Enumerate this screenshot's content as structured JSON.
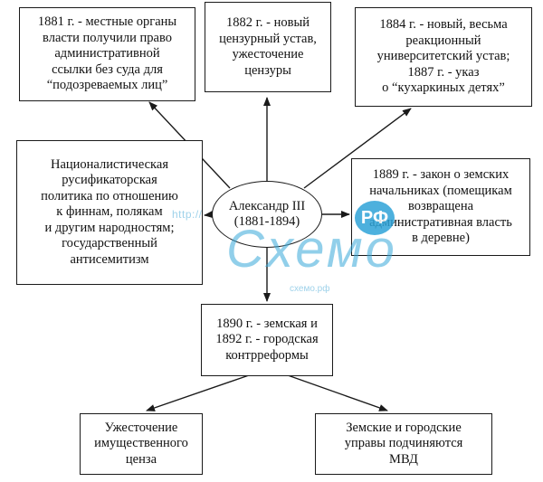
{
  "center": {
    "name": "Александр III",
    "years": "(1881-1894)"
  },
  "boxes": {
    "top_left": [
      "1881 г. - местные органы",
      "власти получили право",
      "административной",
      "ссылки без суда для",
      "“подозреваемых лиц”"
    ],
    "top_center": [
      "1882 г. - новый",
      "цензурный устав,",
      "ужесточение",
      "цензуры"
    ],
    "top_right": [
      "1884 г. - новый, весьма",
      "реакционный",
      "университетский устав;",
      "1887 г. - указ",
      "о “кухаркиных детях”"
    ],
    "mid_left": [
      "Националистическая",
      "русификаторская",
      "политика по отношению",
      "к финнам, полякам",
      "и другим народностям;",
      "государственный",
      "антисемитизм"
    ],
    "mid_right": [
      "1889 г. - закон о земских",
      "начальниках (помещикам",
      "возвращена",
      "административная власть",
      "в деревне)"
    ],
    "bottom_center": [
      "1890 г. - земская и",
      "1892 г. - городская",
      "контрреформы"
    ],
    "bottom_left": [
      "Ужесточение",
      "имущественного",
      "ценза"
    ],
    "bottom_right": [
      "Земские и городские",
      "управы подчиняются",
      "МВД"
    ]
  },
  "watermark": {
    "url": "http://",
    "word": "Схемо",
    "badge": "РФ",
    "url_small": "схемо.рф"
  },
  "colors": {
    "line": "#1a1a1a",
    "watermark": "#38a9d9"
  }
}
